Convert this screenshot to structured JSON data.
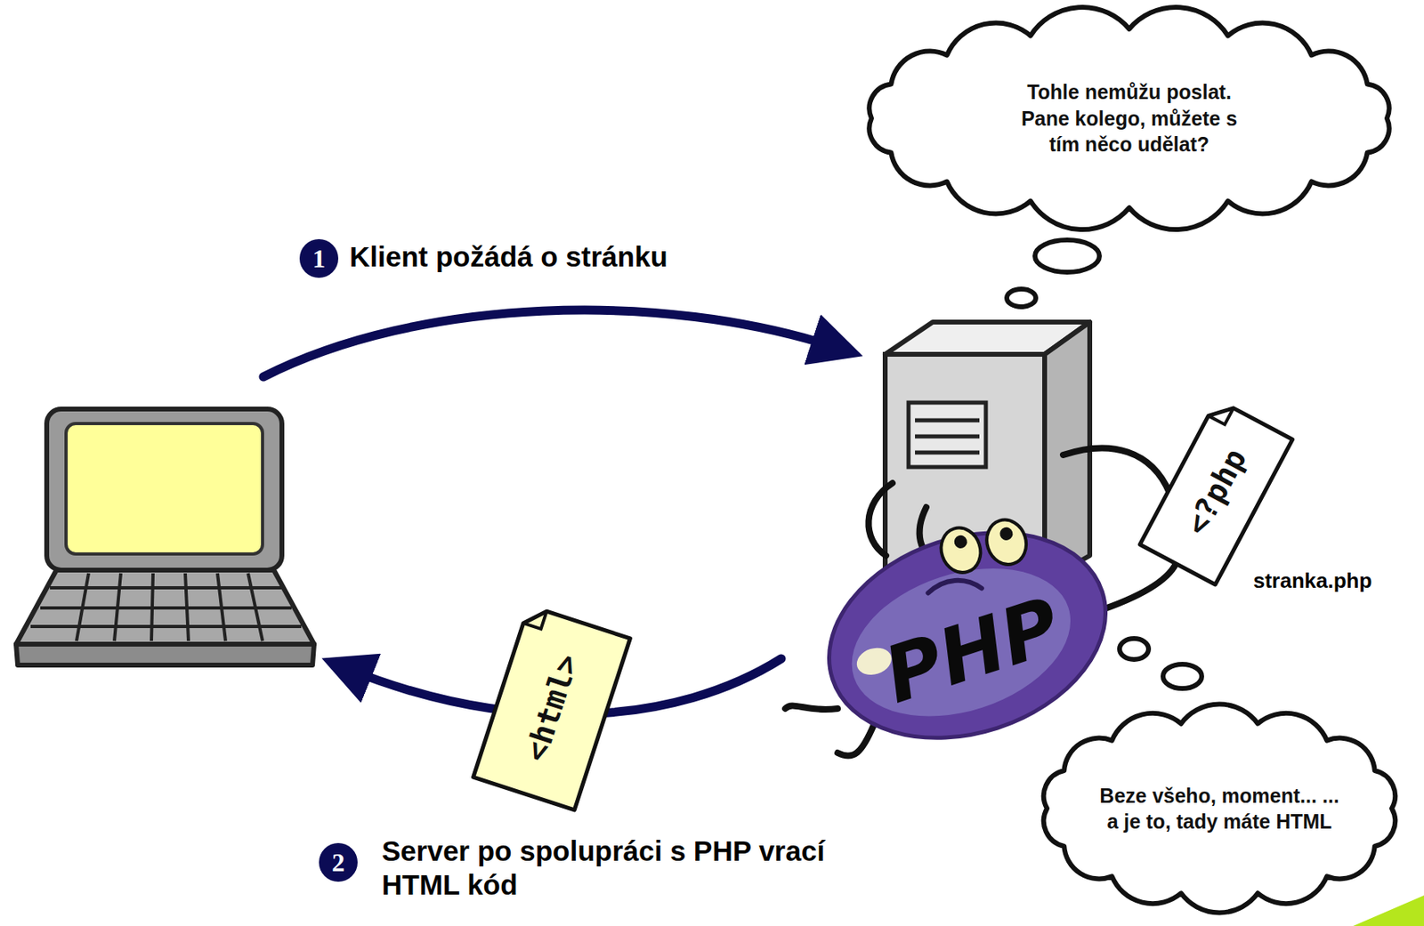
{
  "diagram": {
    "nodes": [
      {
        "text": [
          "Tohle nemůžu poslat. Pane kolego, můžete s tím něco udělat?"
        ]
      },
      {
        "text": [
          "<?php"
        ]
      },
      {
        "text": [
          "PHP"
        ]
      },
      {
        "text": [
          "<html>"
        ]
      },
      {
        "text": [
          "Beze všeho, moment... ... a je to, tady máte HTML"
        ]
      }
    ],
    "labels": [
      "1",
      "Klient požádá o stránku",
      "stranka.php",
      "2",
      "Server po spolupráci s PHP vrací HTML kód"
    ]
  }
}
